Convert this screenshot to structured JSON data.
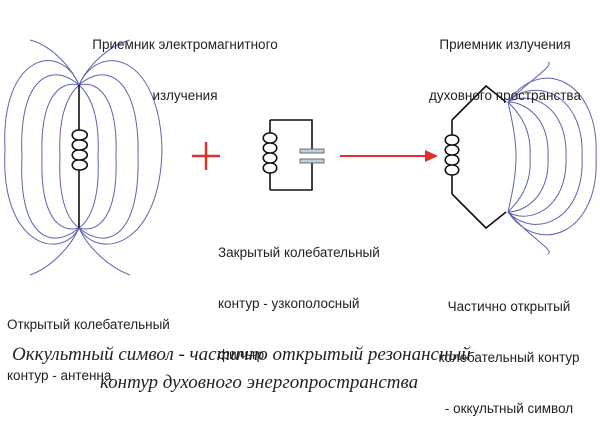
{
  "labels": {
    "receiver_em": [
      "Приемник электромагнитного",
      "излучения"
    ],
    "receiver_spirit": [
      "Приемник излучения",
      "духовного пространства"
    ],
    "open_circuit": [
      "Открытый колебательный",
      "контур - антенна"
    ],
    "closed_circuit": [
      "Закрытый колебательный",
      "контур - узкополосный",
      "фильтр"
    ],
    "partial_circuit": [
      "Частично открытый",
      "колебательный контур",
      "- оккультный символ"
    ]
  },
  "operators": {
    "plus": "+"
  },
  "caption": [
    "Оккультный символ - частично открытый резонансный",
    "контур духовного энергопространства"
  ],
  "colors": {
    "field_lines": "#5b64b0",
    "wire": "#111111",
    "plus": "#e0302a",
    "arrow": "#e0302a",
    "capacitor": "#bcd0dd"
  }
}
